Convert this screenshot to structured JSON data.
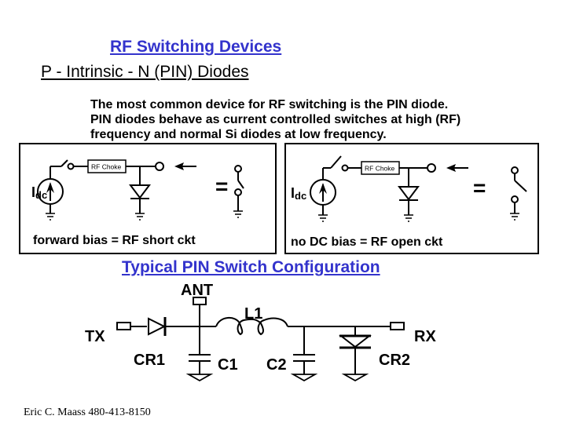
{
  "slide": {
    "title": "RF Switching Devices",
    "subtitle": "P - Intrinsic - N   (PIN)  Diodes",
    "description": [
      "The most common device for RF switching is the PIN diode.",
      "PIN diodes behave as current controlled switches at high (RF)",
      "frequency and normal Si diodes at low  frequency."
    ],
    "colors": {
      "title": "#3333cc",
      "text": "#000000"
    }
  },
  "panels": [
    {
      "source_label": "I",
      "source_subscript": "dc",
      "choke_label": "RF Choke",
      "equals": "=",
      "caption": "forward bias = RF short ckt",
      "switch_state": "closed"
    },
    {
      "source_label": "I",
      "source_subscript": "dc",
      "choke_label": "RF Choke",
      "equals": "=",
      "caption": "no DC bias = RF open ckt",
      "switch_state": "open"
    }
  ],
  "switch_config": {
    "title": "Typical PIN Switch Configuration",
    "labels": {
      "ant": "ANT",
      "tx": "TX",
      "rx": "RX",
      "l1": "L1",
      "cr1": "CR1",
      "cr2": "CR2",
      "c1": "C1",
      "c2": "C2"
    }
  },
  "footer": "Eric C. Maass  480-413-8150"
}
